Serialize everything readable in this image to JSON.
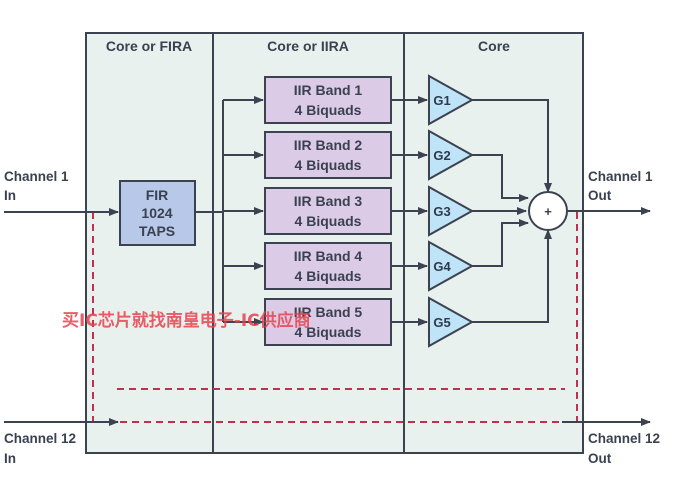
{
  "diagram": {
    "colors": {
      "panel_fill": "#e9f1ee",
      "border": "#3b4250",
      "fir_fill": "#b8c8e8",
      "iir_fill": "#dccbe6",
      "gain_fill": "#bfe3f7",
      "dashed": "#c0314f",
      "text": "#3a4150"
    },
    "sections": [
      {
        "label": "Core or FIRA"
      },
      {
        "label": "Core or IIRA"
      },
      {
        "label": "Core"
      }
    ],
    "inputs": {
      "ch1": [
        "Channel 1",
        "In"
      ],
      "ch12": [
        "Channel 12",
        "In"
      ]
    },
    "outputs": {
      "ch1": [
        "Channel 1",
        "Out"
      ],
      "ch12": [
        "Channel 12",
        "Out"
      ]
    },
    "fir_block": {
      "lines": [
        "FIR",
        "1024",
        "TAPS"
      ]
    },
    "iir_bands": [
      {
        "line1": "IIR Band 1",
        "line2": "4 Biquads",
        "gain": "G1"
      },
      {
        "line1": "IIR Band 2",
        "line2": "4 Biquads",
        "gain": "G2"
      },
      {
        "line1": "IIR Band 3",
        "line2": "4 Biquads",
        "gain": "G3"
      },
      {
        "line1": "IIR Band 4",
        "line2": "4 Biquads",
        "gain": "G4"
      },
      {
        "line1": "IIR Band 5",
        "line2": "4 Biquads",
        "gain": "G5"
      }
    ],
    "summer": {
      "symbol": "+"
    },
    "watermark": "买IC芯片就找南皇电子-IC供应商"
  }
}
